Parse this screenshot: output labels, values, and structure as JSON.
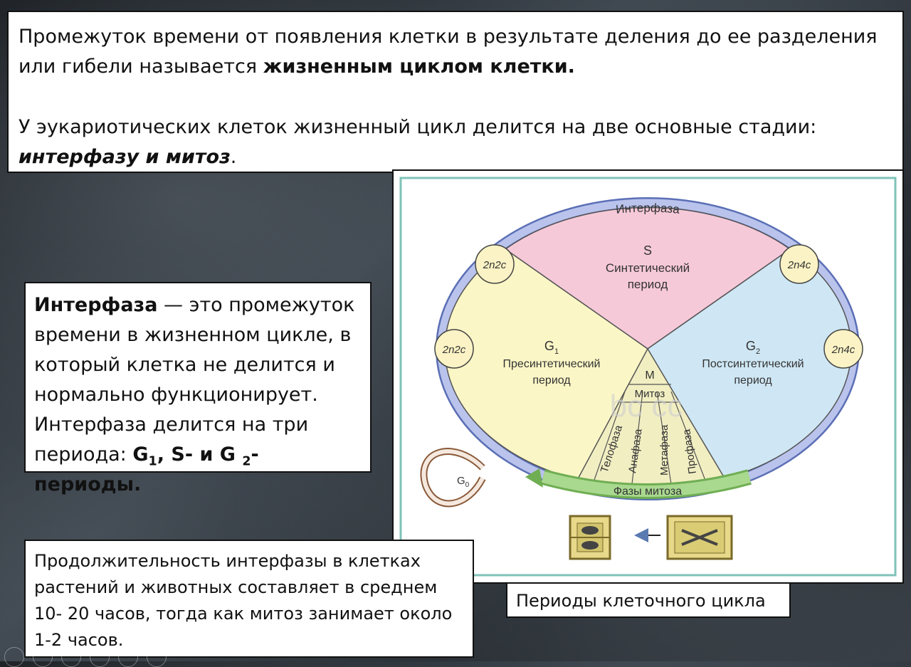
{
  "intro": {
    "line1": "Промежуток времени от появления клетки в результате деления до ее разделения или гибели называется ",
    "line1_bold": "жизненным циклом клетки.",
    "line2": "У эукариотических клеток жизненный цикл делится на две основные стадии: ",
    "line2_bold": "интерфазу и митоз",
    "line2_end": "."
  },
  "interphase_box": {
    "term": "Интерфаза",
    "text": " — это промежуток времени в жизненном цикле, в который клетка не делится и нормально функционирует. Интерфаза делится на три периода: ",
    "periods_g": "G",
    "periods_g_sub": "1",
    "periods_s": ", S- и G ",
    "periods_g2_sub": "2",
    "periods_end": "-периоды."
  },
  "duration_box": {
    "text": "Продолжительность интерфазы в клетках растений и животных составляет в среднем 10- 20 часов, тогда как митоз занимает около 1-2 часов."
  },
  "figure": {
    "caption": "Периоды клеточного цикла",
    "ring_label_top": "Интерфаза",
    "ring_label_bottom": "Фазы митоза",
    "s_label": "S",
    "s_name": "Синтетический",
    "s_period": "период",
    "g1_label": "G",
    "g1_sub": "1",
    "g1_name": "Пресинтетический",
    "g1_period": "период",
    "g2_label": "G",
    "g2_sub": "2",
    "g2_name": "Постсинтетический",
    "g2_period": "период",
    "m_label": "М",
    "mitosis_label": "Митоз",
    "phases": [
      "Телофаза",
      "Анафаза",
      "Метафаза",
      "Профаза"
    ],
    "g0_label": "G",
    "g0_sub": "0",
    "ploidy": [
      "2n2c",
      "2n2c",
      "2n4c",
      "2n4c"
    ],
    "watermark": "bc          cc",
    "colors": {
      "s": "#f6c9d9",
      "g1": "#fbf6c6",
      "g2": "#cfe7f4",
      "mitosis": "#f1eec2",
      "ring": "#b9c3ec",
      "arrow_green": "#a9d88f",
      "frame": "#7fc3b8"
    }
  }
}
